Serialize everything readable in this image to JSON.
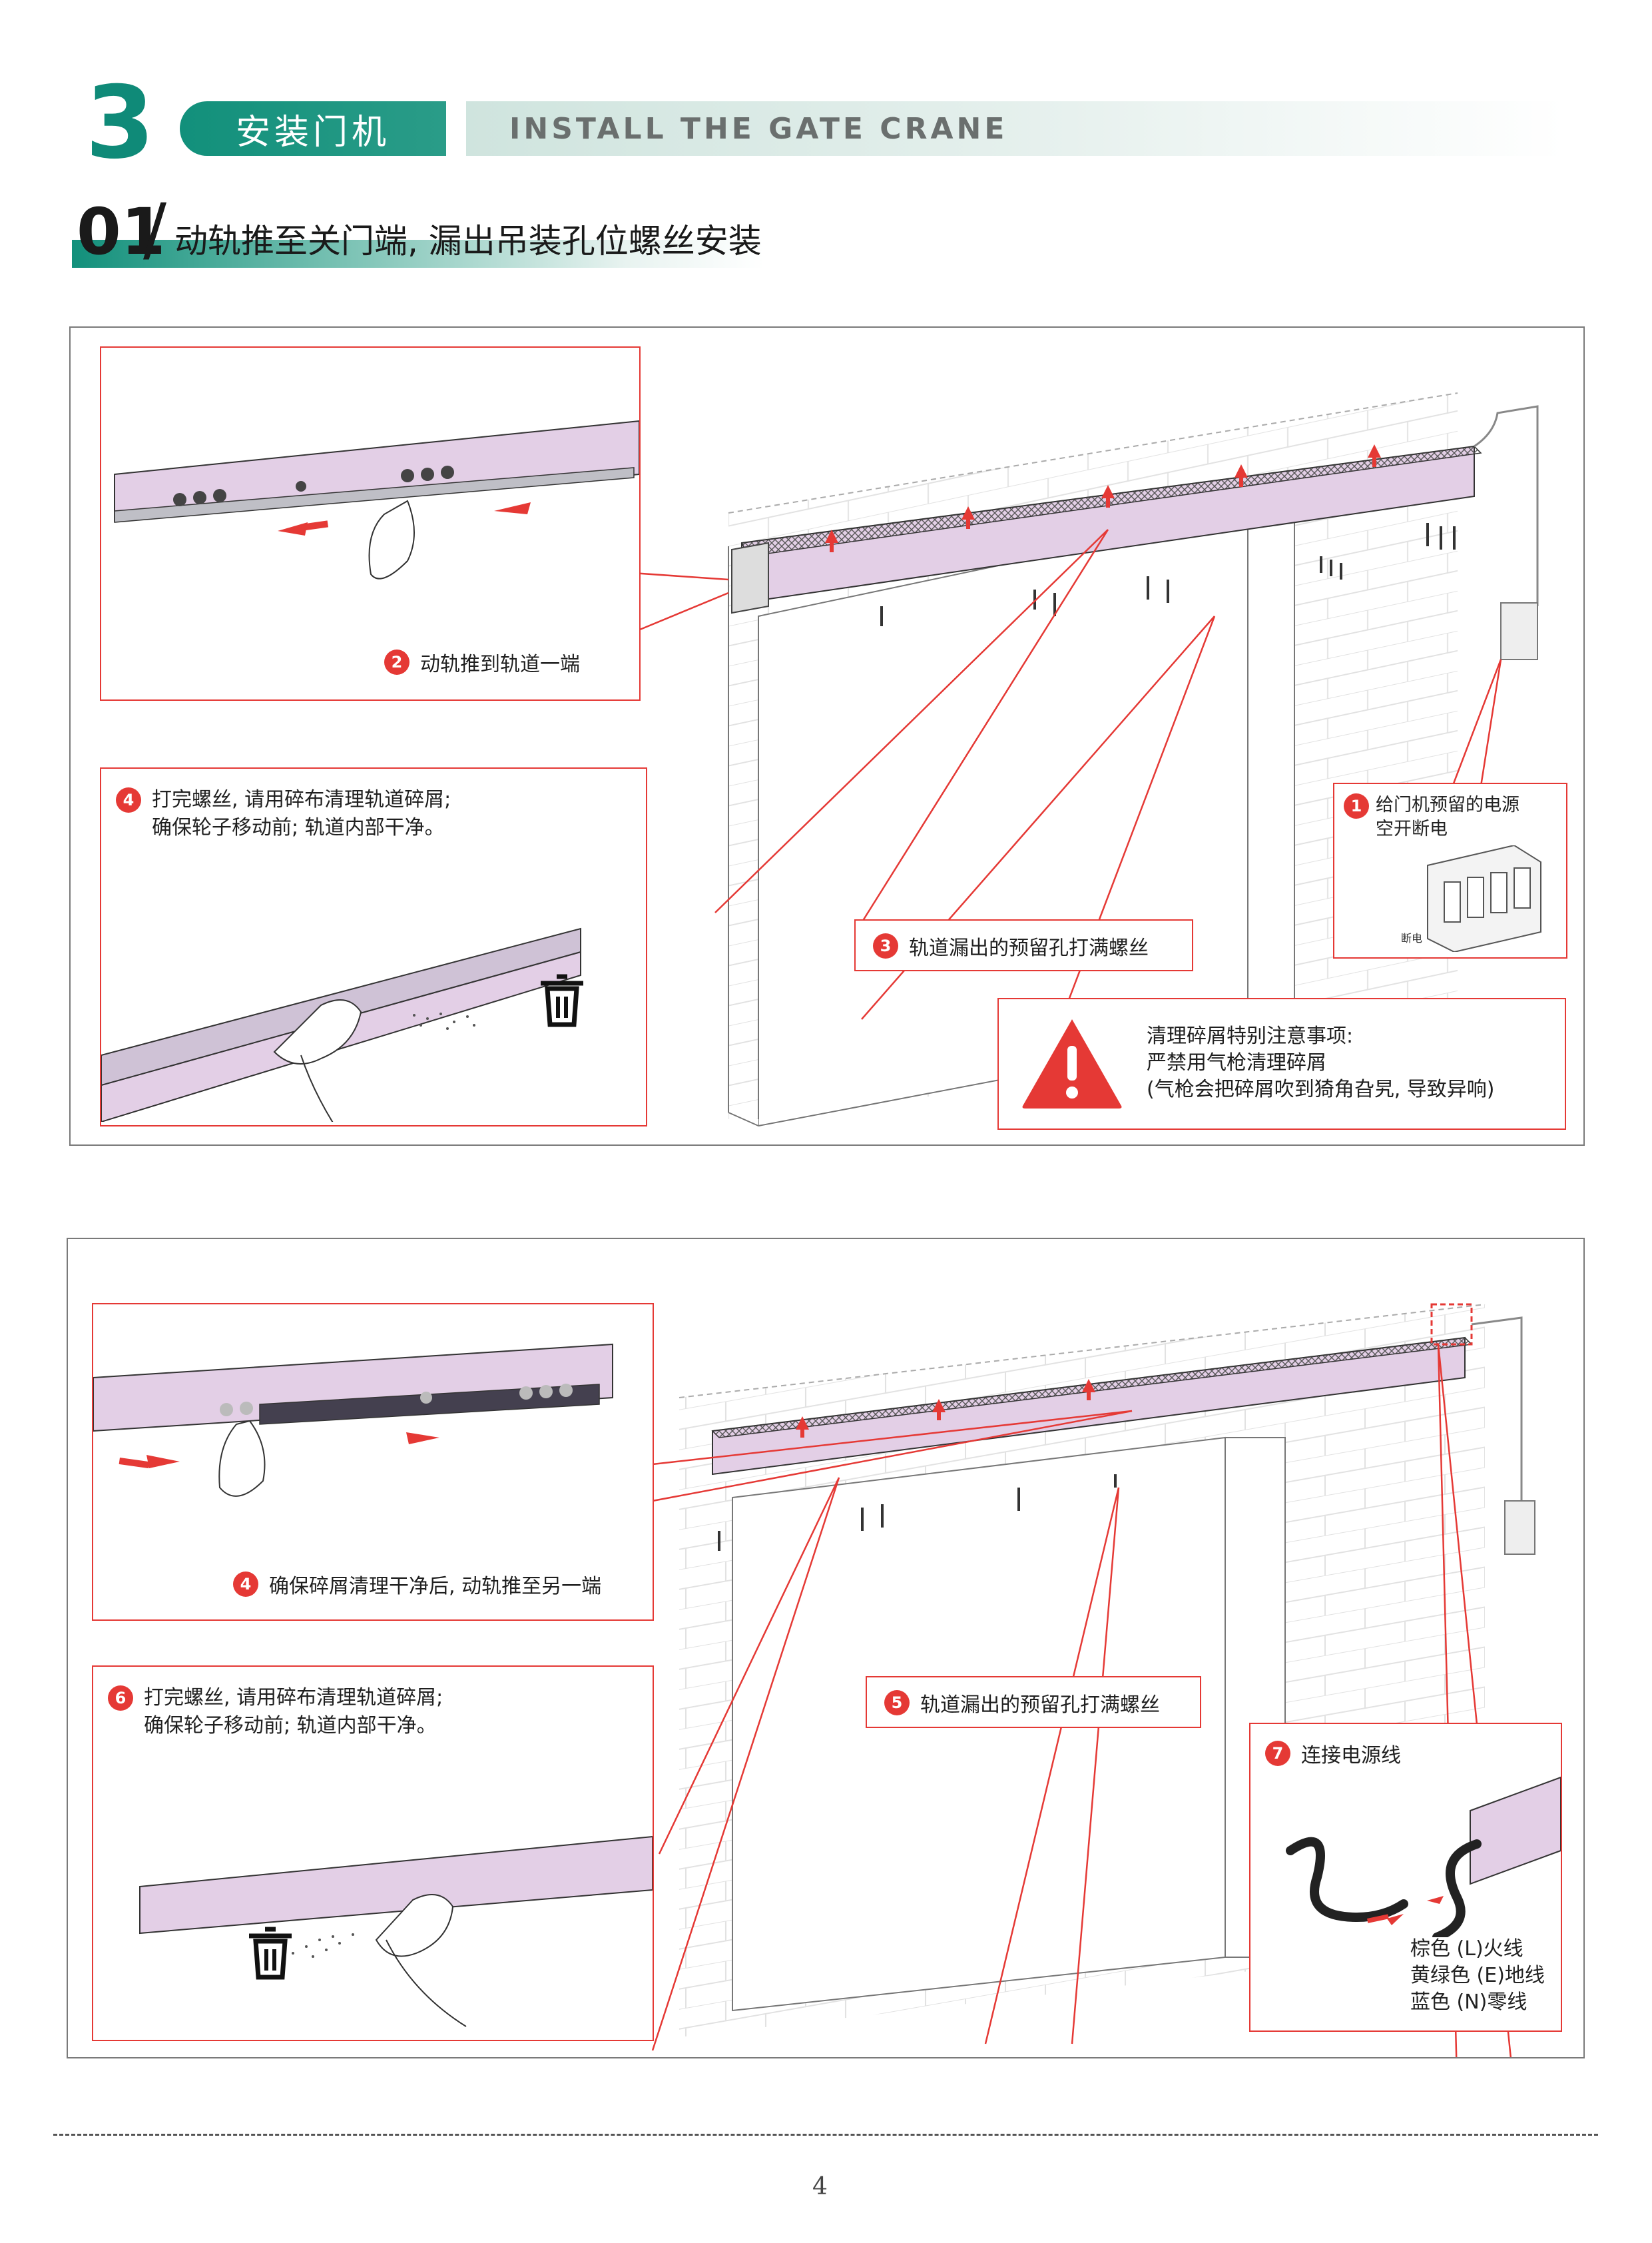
{
  "header": {
    "section_number": "3",
    "section_title_cn": "安装门机",
    "section_title_en": "INSTALL THE GATE CRANE"
  },
  "step": {
    "number": "01",
    "slash": "/",
    "title": "动轨推至关门端, 漏出吊装孔位螺丝安装"
  },
  "panel1": {
    "inset_a": {
      "num": "2",
      "text": "动轨推到轨道一端"
    },
    "inset_b": {
      "num": "4",
      "line1": "打完螺丝, 请用碎布清理轨道碎屑;",
      "line2": "确保轮子移动前; 轨道内部干净。"
    },
    "callout_screws": {
      "num": "3",
      "text": "轨道漏出的预留孔打满螺丝"
    },
    "inset_power": {
      "num": "1",
      "line1": "给门机预留的电源",
      "line2": "空开断电",
      "breaker_label": "断电"
    },
    "warning": {
      "title": "清理碎屑特别注意事项:",
      "line1": "严禁用气枪清理碎屑",
      "line2": "(气枪会把碎屑吹到猗角旮旯, 导致异响)",
      "icon": "warning-triangle-icon",
      "color": "#e53935"
    }
  },
  "panel2": {
    "inset_a": {
      "num": "4",
      "text": "确保碎屑清理干净后, 动轨推至另一端"
    },
    "inset_b": {
      "num": "6",
      "line1": "打完螺丝, 请用碎布清理轨道碎屑;",
      "line2": "确保轮子移动前; 轨道内部干净。"
    },
    "callout_screws": {
      "num": "5",
      "text": "轨道漏出的预留孔打满螺丝"
    },
    "inset_power": {
      "num": "7",
      "text": "连接电源线",
      "wire_live": "棕色 (L)火线",
      "wire_earth": "黄绿色 (E)地线",
      "wire_neutral": "蓝色 (N)零线"
    }
  },
  "footer": {
    "page_number": "4"
  },
  "colors": {
    "accent_green": "#12907b",
    "highlight_red": "#e53935",
    "rail_purple": "#e3cfe6"
  }
}
